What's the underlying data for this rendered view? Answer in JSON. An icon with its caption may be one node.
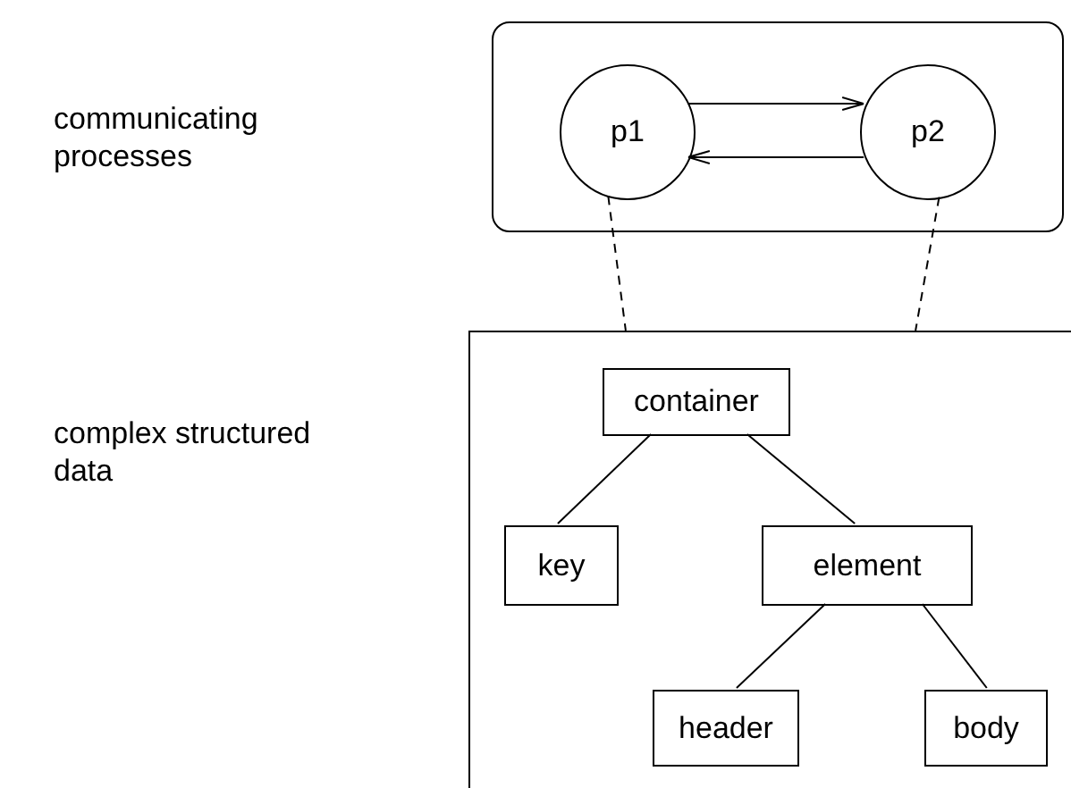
{
  "diagram": {
    "nodes": [
      {
        "text": [],
        "shape": "box"
      },
      {
        "text": [
          "p1"
        ],
        "in": 0
      },
      {
        "text": [
          "p2"
        ],
        "in": 0
      },
      {
        "text": [],
        "shape": "box"
      },
      {
        "text": [
          "container"
        ],
        "in": 3
      },
      {
        "text": [
          "key"
        ],
        "in": 3
      },
      {
        "text": [
          "element"
        ],
        "in": 3
      },
      {
        "text": [
          "header"
        ],
        "in": 3
      },
      {
        "text": [
          "body"
        ],
        "in": 3
      }
    ],
    "edges": [
      {
        "from": 1,
        "to": 2,
        "arrow": "to"
      },
      {
        "from": 2,
        "to": 1,
        "arrow": "to"
      },
      {
        "from": 1,
        "to": 3,
        "arrow": "none",
        "style": "dashed"
      },
      {
        "from": 2,
        "to": 3,
        "arrow": "none",
        "style": "dashed"
      },
      {
        "from": 4,
        "to": 5,
        "arrow": "none"
      },
      {
        "from": 4,
        "to": 6,
        "arrow": "none"
      },
      {
        "from": 6,
        "to": 7,
        "arrow": "none"
      },
      {
        "from": 6,
        "to": 8,
        "arrow": "none"
      }
    ],
    "labels": [
      "communicating processes",
      "complex structured data"
    ]
  }
}
